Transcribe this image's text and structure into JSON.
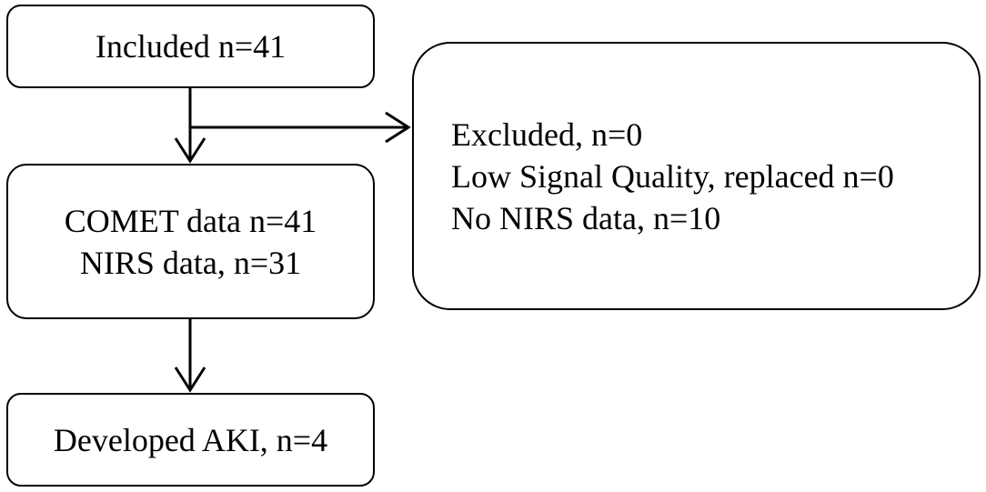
{
  "flowchart": {
    "included": {
      "label": "Included n=41"
    },
    "data_box": {
      "lines": [
        "COMET data n=41",
        "NIRS data, n=31"
      ]
    },
    "excluded_box": {
      "lines": [
        "Excluded, n=0",
        "Low Signal Quality, replaced n=0",
        "No NIRS data, n=10"
      ]
    },
    "outcome": {
      "label": "Developed AKI, n=4"
    }
  },
  "colors": {
    "stroke": "#000000",
    "background": "#ffffff"
  }
}
